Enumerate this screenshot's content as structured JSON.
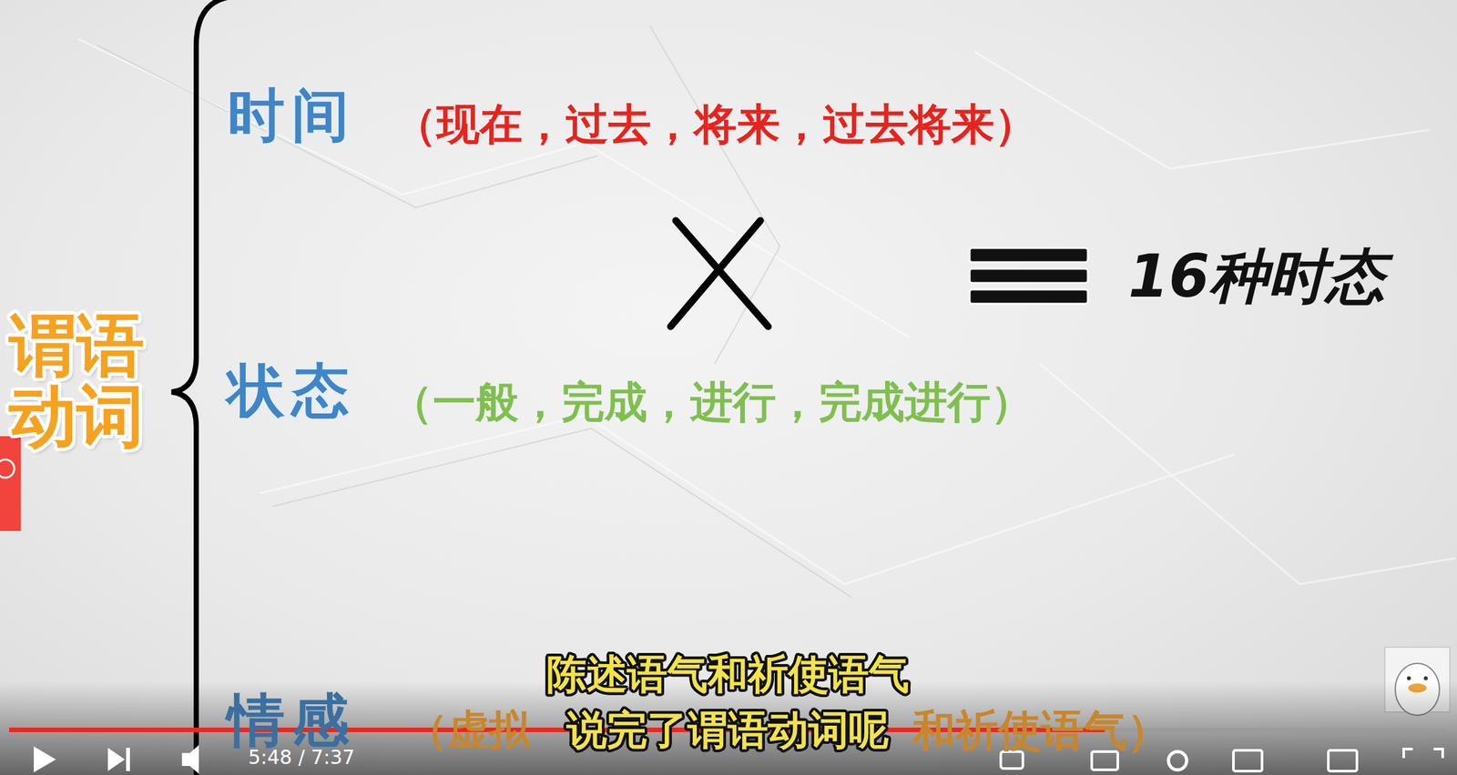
{
  "diagram": {
    "labels": [
      "谓语 动词",
      "时间",
      "（现在，过去，将来，过去将来）",
      "16种时态",
      "状态",
      "（一般，完成，进行，完成进行）",
      "情感",
      "（虚拟",
      "和祈使语气）",
      "陈述语气和祈使语气 说完了谓语动词呢",
      "5:48 / 7:37"
    ]
  }
}
